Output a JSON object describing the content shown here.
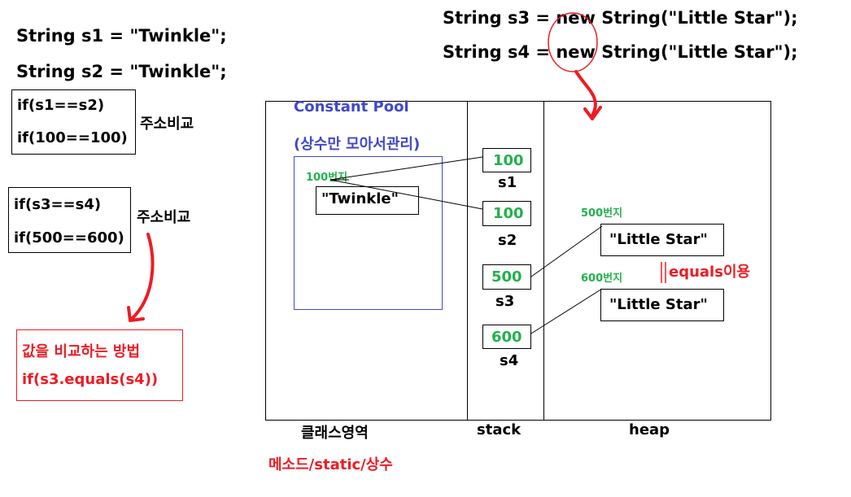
{
  "code": {
    "s1": "String s1 = \"Twinkle\";",
    "s2": "String s2 = \"Twinkle\";",
    "s3": "String s3 = new String(\"Little Star\");",
    "s4": "String s4 = new String(\"Little Star\");"
  },
  "compare1": {
    "line1": "if(s1==s2)",
    "line2": "if(100==100)",
    "label": "주소비교"
  },
  "compare2": {
    "line1": "if(s3==s4)",
    "line2": "if(500==600)",
    "label": "주소비교"
  },
  "value_compare": {
    "title": "값을 비교하는 방법",
    "code": "if(s3.equals(s4))"
  },
  "memory": {
    "class_area": {
      "title": "Constant Pool",
      "subtitle": "(상수만 모아서관리)",
      "address": "100번지",
      "literal": "\"Twinkle\"",
      "label": "클래스영역",
      "sublabel": "메소드/static/상수"
    },
    "stack": {
      "label": "stack",
      "cells": [
        {
          "value": "100",
          "var": "s1"
        },
        {
          "value": "100",
          "var": "s2"
        },
        {
          "value": "500",
          "var": "s3"
        },
        {
          "value": "600",
          "var": "s4"
        }
      ]
    },
    "heap": {
      "label": "heap",
      "objects": [
        {
          "address": "500번지",
          "value": "\"Little Star\""
        },
        {
          "address": "600번지",
          "value": "\"Little Star\""
        }
      ],
      "equals_note": "equals이용"
    }
  },
  "colors": {
    "green": "#22b14c",
    "red": "#ed1c24",
    "blue": "#3f48cc"
  }
}
